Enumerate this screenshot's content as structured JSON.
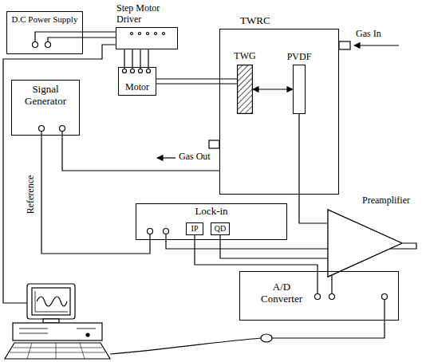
{
  "diagram": {
    "nodes": [
      {
        "text": [
          "D.C Power Supply"
        ]
      },
      {
        "text": [
          "Step Motor Driver"
        ]
      },
      {
        "text": [
          "Motor"
        ]
      },
      {
        "text": [
          "TWRC"
        ]
      },
      {
        "text": [
          "TWG"
        ],
        "in": 3
      },
      {
        "text": [
          "PVDF"
        ],
        "in": 3
      },
      {
        "text": [
          "Signal Generator"
        ]
      },
      {
        "text": [
          "Preamplifier"
        ]
      },
      {
        "text": [
          "Lock-in"
        ]
      },
      {
        "text": [
          "IP"
        ],
        "in": 8
      },
      {
        "text": [
          "QD"
        ],
        "in": 8
      },
      {
        "text": [
          "A/D Converter"
        ]
      }
    ],
    "edges": [
      {
        "from": 0,
        "to": 1,
        "arrow": "none"
      },
      {
        "from": 1,
        "to": 2,
        "arrow": "none"
      },
      {
        "from": 2,
        "to": 4,
        "arrow": "none"
      },
      {
        "from": 4,
        "to": 5,
        "arrow": "both"
      },
      {
        "from": 5,
        "to": 7,
        "arrow": "none"
      },
      {
        "from": 6,
        "to": 3,
        "arrow": "none"
      },
      {
        "from": 6,
        "to": 8,
        "label": "Reference",
        "arrow": "none"
      },
      {
        "from": 7,
        "to": 8,
        "arrow": "none"
      },
      {
        "from": 9,
        "to": 11,
        "arrow": "none"
      },
      {
        "from": 10,
        "to": 11,
        "arrow": "none"
      }
    ],
    "labels": [
      "Gas In",
      "Gas Out"
    ]
  }
}
